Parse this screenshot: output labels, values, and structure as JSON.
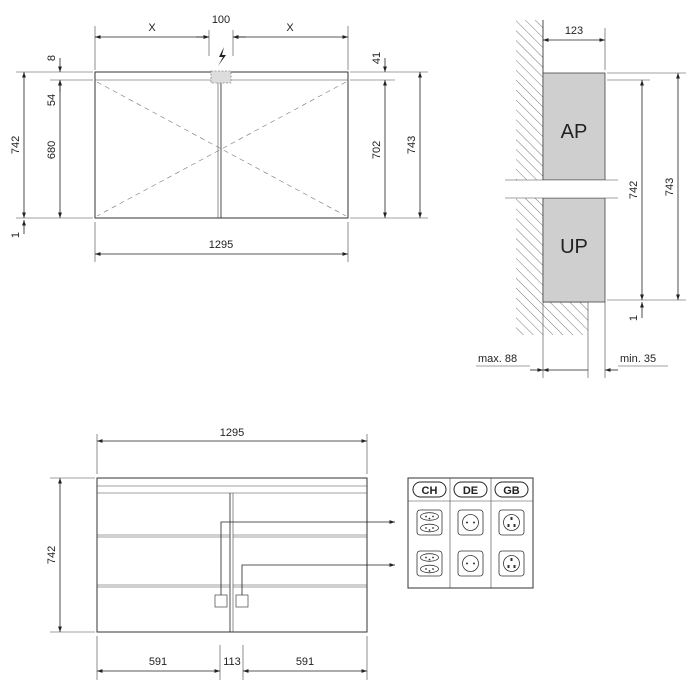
{
  "front_view": {
    "width_total": "1295",
    "gap_center": "100",
    "gap_left": "X",
    "gap_right": "X",
    "h_top_gap": "8",
    "h_54": "54",
    "h_680": "680",
    "h_742": "742",
    "h_1": "1",
    "h_41": "41",
    "h_702": "702",
    "h_743": "743",
    "power_icon": "lightning-icon"
  },
  "side_view": {
    "depth": "123",
    "surface_label": "AP",
    "flush_label": "UP",
    "h_742": "742",
    "h_743": "743",
    "h_1": "1",
    "max_label": "max. 88",
    "min_label": "min. 35"
  },
  "interior_view": {
    "width_total": "1295",
    "height": "742",
    "w_left": "591",
    "w_center": "113",
    "w_right": "591"
  },
  "sockets": {
    "countries": [
      "CH",
      "DE",
      "GB"
    ],
    "icons": [
      "ch-socket-icon",
      "de-socket-icon",
      "gb-socket-icon"
    ]
  }
}
